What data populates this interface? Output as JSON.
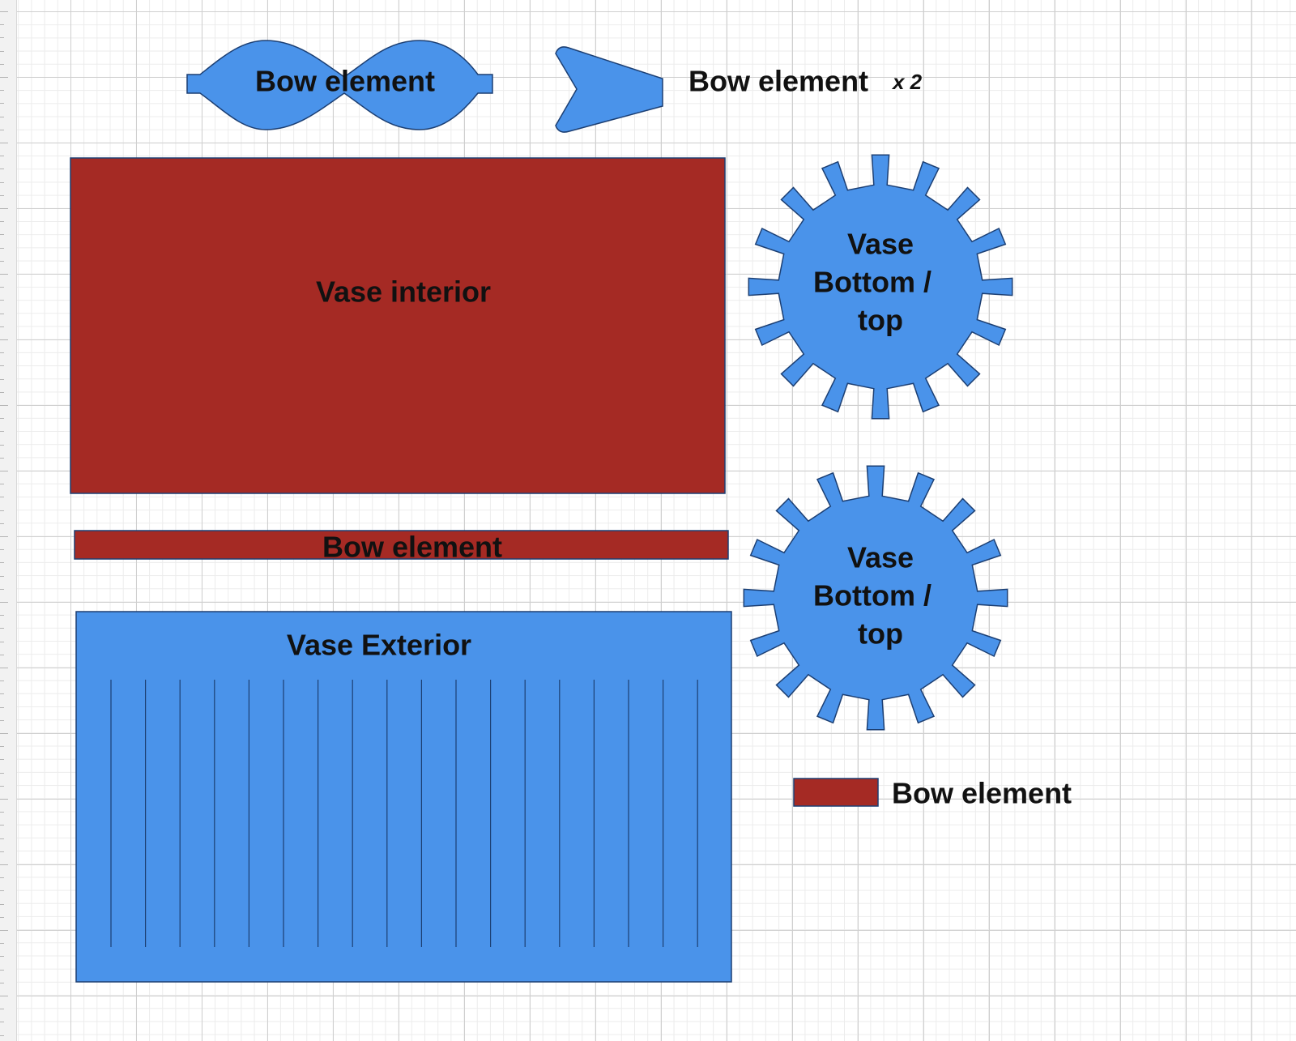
{
  "colors": {
    "blue_piece": "#4a93ea",
    "red_piece": "#a52a24",
    "outline": "#1c3f73",
    "text": "#111111"
  },
  "labels": {
    "bow_top": "Bow element",
    "bow_arrow": "Bow element",
    "bow_arrow_qty": "x 2",
    "vase_interior": "Vase interior",
    "bow_strip": "Bow element",
    "vase_exterior": "Vase Exterior",
    "gear_1": [
      "Vase",
      "Bottom /",
      "top"
    ],
    "gear_2": [
      "Vase",
      "Bottom /",
      "top"
    ],
    "bow_small": "Bow element"
  }
}
